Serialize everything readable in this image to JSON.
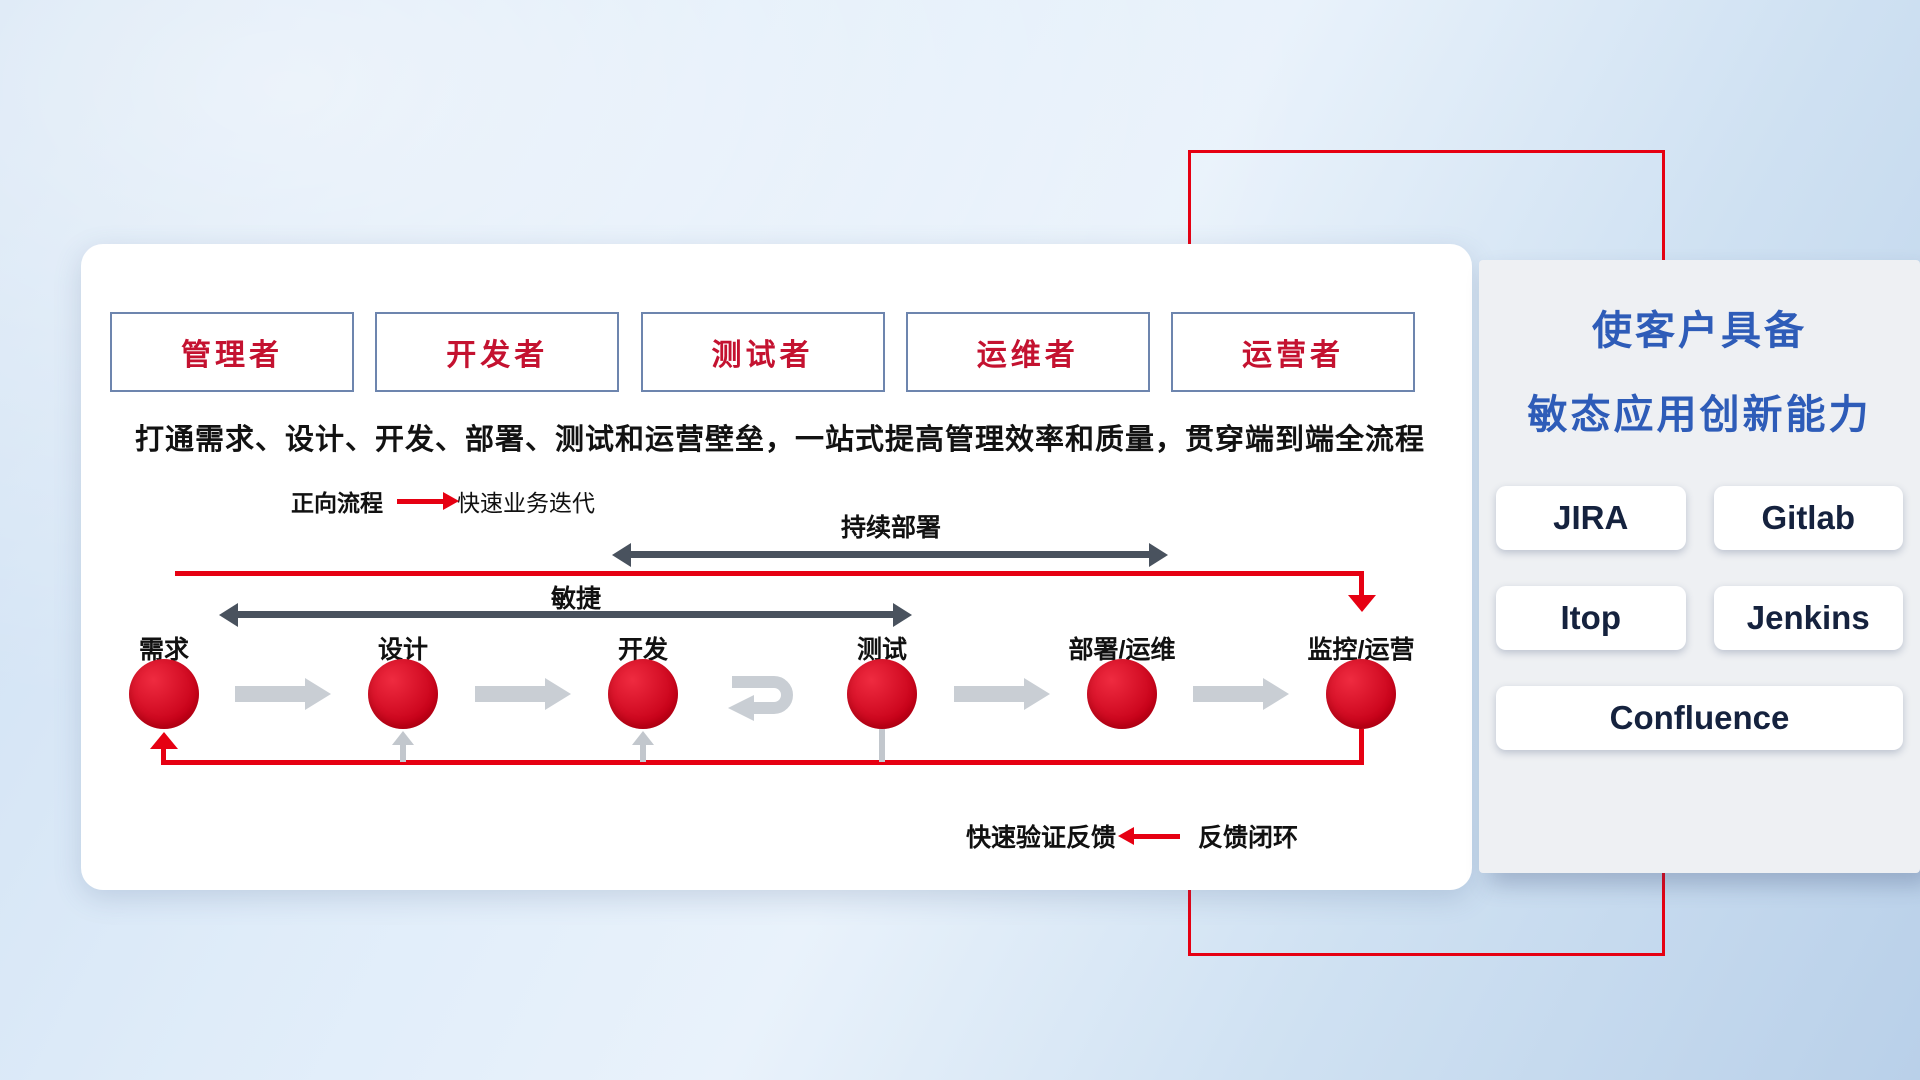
{
  "roles": [
    {
      "label": "管理者"
    },
    {
      "label": "开发者"
    },
    {
      "label": "测试者"
    },
    {
      "label": "运维者"
    },
    {
      "label": "运营者"
    }
  ],
  "subtitle": "打通需求、设计、开发、部署、测试和运营壁垒，一站式提高管理效率和质量，贯穿端到端全流程",
  "forward_legend": {
    "label": "正向流程",
    "desc": "快速业务迭代"
  },
  "feedback_legend": {
    "desc": "快速验证反馈",
    "label": "反馈闭环"
  },
  "flow": {
    "continuous_deploy": "持续部署",
    "agile": "敏捷",
    "nodes": [
      {
        "label": "需求"
      },
      {
        "label": "设计"
      },
      {
        "label": "开发"
      },
      {
        "label": "测试"
      },
      {
        "label": "部署/运维"
      },
      {
        "label": "监控/运营"
      }
    ]
  },
  "right_panel": {
    "title_line1": "使客户具备",
    "title_line2": "敏态应用创新能力",
    "tools": [
      {
        "label": "JIRA"
      },
      {
        "label": "Gitlab"
      },
      {
        "label": "Itop"
      },
      {
        "label": "Jenkins"
      },
      {
        "label": "Confluence"
      }
    ]
  },
  "colors": {
    "accent_red": "#e60012",
    "node_red": "#d6001f",
    "title_blue": "#2e5cb8",
    "role_red": "#c41230",
    "dark_arrow": "#49525e",
    "gray_arrow": "#c9ced4"
  }
}
